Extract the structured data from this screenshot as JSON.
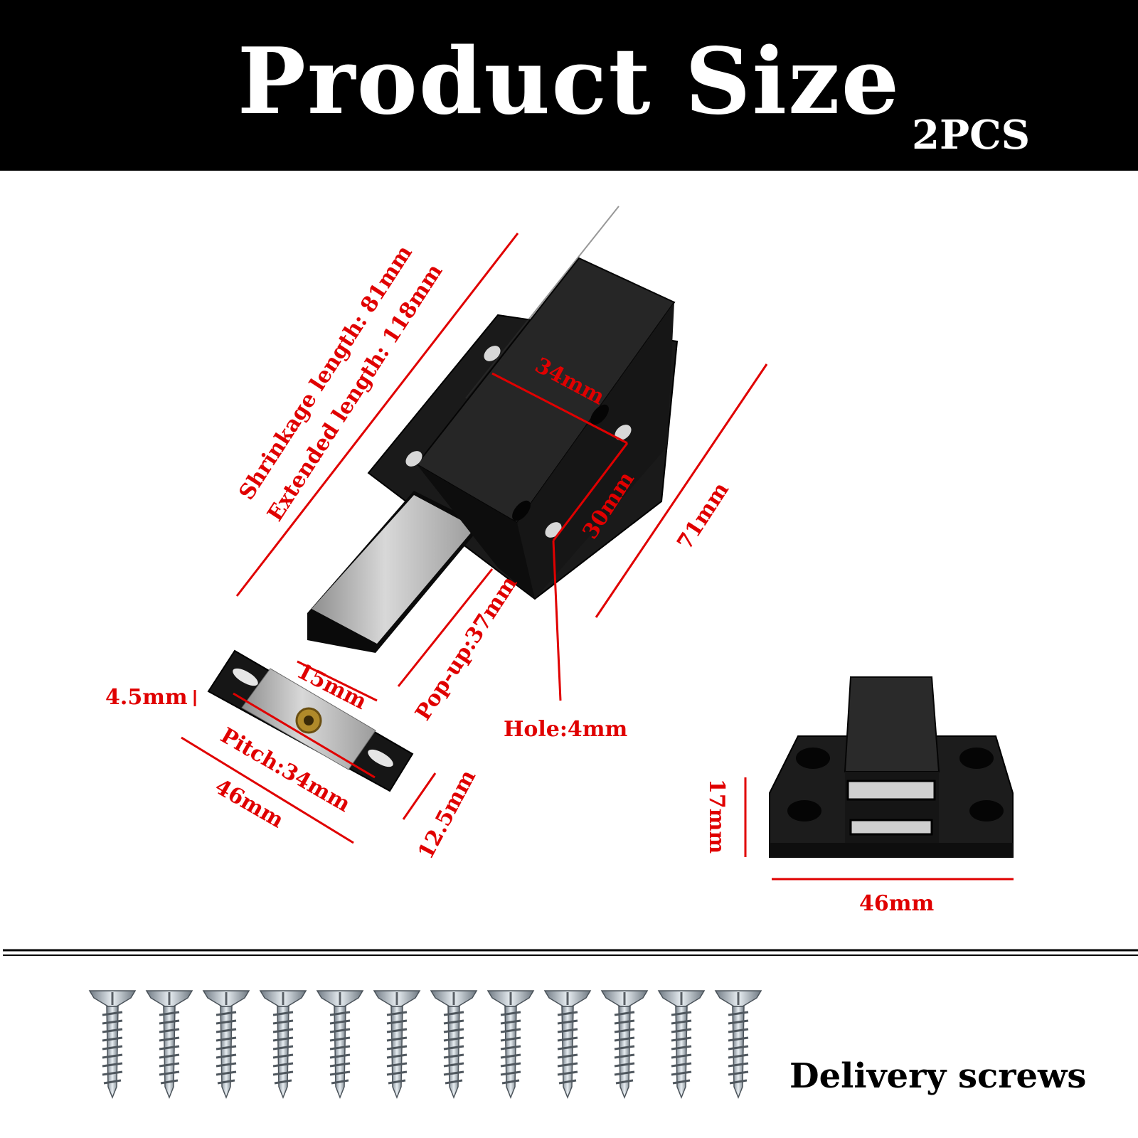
{
  "banner": {
    "title": "Product Size",
    "quantity": "2PCS"
  },
  "dimensions": {
    "shrinkage_length": "Shrinkage length: 81mm",
    "extended_length": "Extended length: 118mm",
    "hole_spacing_width": "34mm",
    "hole_spacing_height": "30mm",
    "body_length": "71mm",
    "pop_up": "Pop-up:37mm",
    "plunger_width": "15mm",
    "hole": "Hole:4mm",
    "plate_thickness": "4.5mm",
    "pitch": "Pitch:34mm",
    "plate_length": "46mm",
    "plate_width": "12.5mm",
    "front_height": "17mm",
    "front_width": "46mm"
  },
  "screws": {
    "label": "Delivery screws",
    "count": 12
  },
  "colors": {
    "banner": "#000000",
    "dimension": "#e00000",
    "product": "#141414",
    "steel": "#b9b9b9"
  }
}
